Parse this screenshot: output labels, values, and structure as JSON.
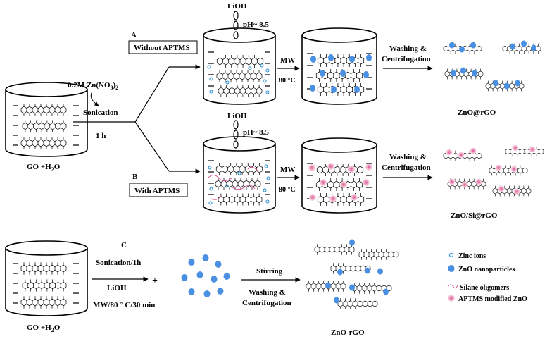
{
  "top_reagent": "LiOH",
  "ph_label": "pH~ 8.5",
  "route_a": {
    "letter": "A",
    "box_label": "Without APTMS"
  },
  "route_b": {
    "letter": "B",
    "box_label": "With APTMS"
  },
  "route_c": {
    "letter": "C"
  },
  "zinc_precursor": "0.2M Zn(NO",
  "zinc_precursor_sub": "3",
  "zinc_precursor_end": ")",
  "zinc_precursor_sub2": "2",
  "sonication": "Sonication",
  "time_1h": "1 h",
  "go_water": "GO +H",
  "go_water_sub": "2",
  "go_water_end": "O",
  "mw": "MW",
  "temp": "80 °C",
  "washing": "Washing &",
  "centrifugation": "Centrifugation",
  "product_a": "ZnO@rGO",
  "product_b": "ZnO/Si@rGO",
  "product_c": "ZnO-rGO",
  "c_sonication": "Sonication/1h",
  "c_lioh": "LiOH",
  "c_mw": "MW/80 ° C/30 min",
  "plus": "+",
  "stirring": "Stirring",
  "legend": {
    "zinc_ions": "Zinc ions",
    "zno_np": "ZnO nanoparticles",
    "silane": "Silane oligomers",
    "aptms_zno": "APTMS modified ZnO"
  },
  "colors": {
    "zno": "#4a90e2",
    "ion": "#2d8fd0",
    "silane": "#d9559a",
    "halo": "#f0a8c4",
    "line": "#000000"
  }
}
